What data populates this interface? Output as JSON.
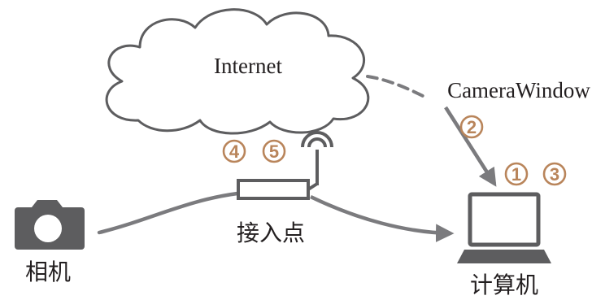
{
  "colors": {
    "stroke_dark": "#5d5d5f",
    "connector": "#7b7b7e",
    "accent": "#b9855b",
    "text": "#231f20"
  },
  "nodes": {
    "internet": {
      "label": "Internet",
      "icon": "cloud-icon"
    },
    "camerawindow": {
      "label": "CameraWindow"
    },
    "access_point": {
      "label": "接入点",
      "icon": "router-icon"
    },
    "camera": {
      "label": "相机",
      "icon": "camera-icon"
    },
    "computer": {
      "label": "计算机",
      "icon": "laptop-icon"
    }
  },
  "steps": {
    "s1": "1",
    "s2": "2",
    "s3": "3",
    "s4": "4",
    "s5": "5"
  }
}
